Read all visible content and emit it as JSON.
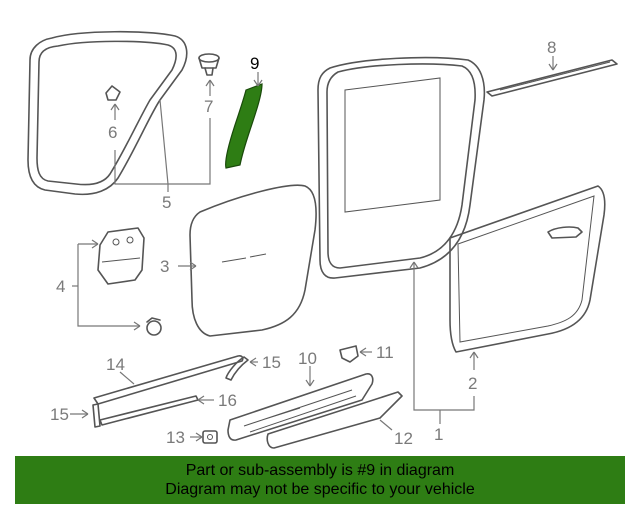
{
  "diagram": {
    "highlighted_part": "9",
    "callouts": {
      "c1": "1",
      "c2": "2",
      "c3": "3",
      "c4": "4",
      "c5": "5",
      "c6": "6",
      "c7": "7",
      "c8": "8",
      "c9": "9",
      "c10": "10",
      "c11": "11",
      "c12": "12",
      "c13": "13",
      "c14": "14",
      "c15a": "15",
      "c15b": "15",
      "c16": "16"
    },
    "highlight_color": "#2e7d14"
  },
  "banner": {
    "line1": "Part or sub-assembly is #9 in diagram",
    "line2": "Diagram may not be specific to your vehicle"
  }
}
